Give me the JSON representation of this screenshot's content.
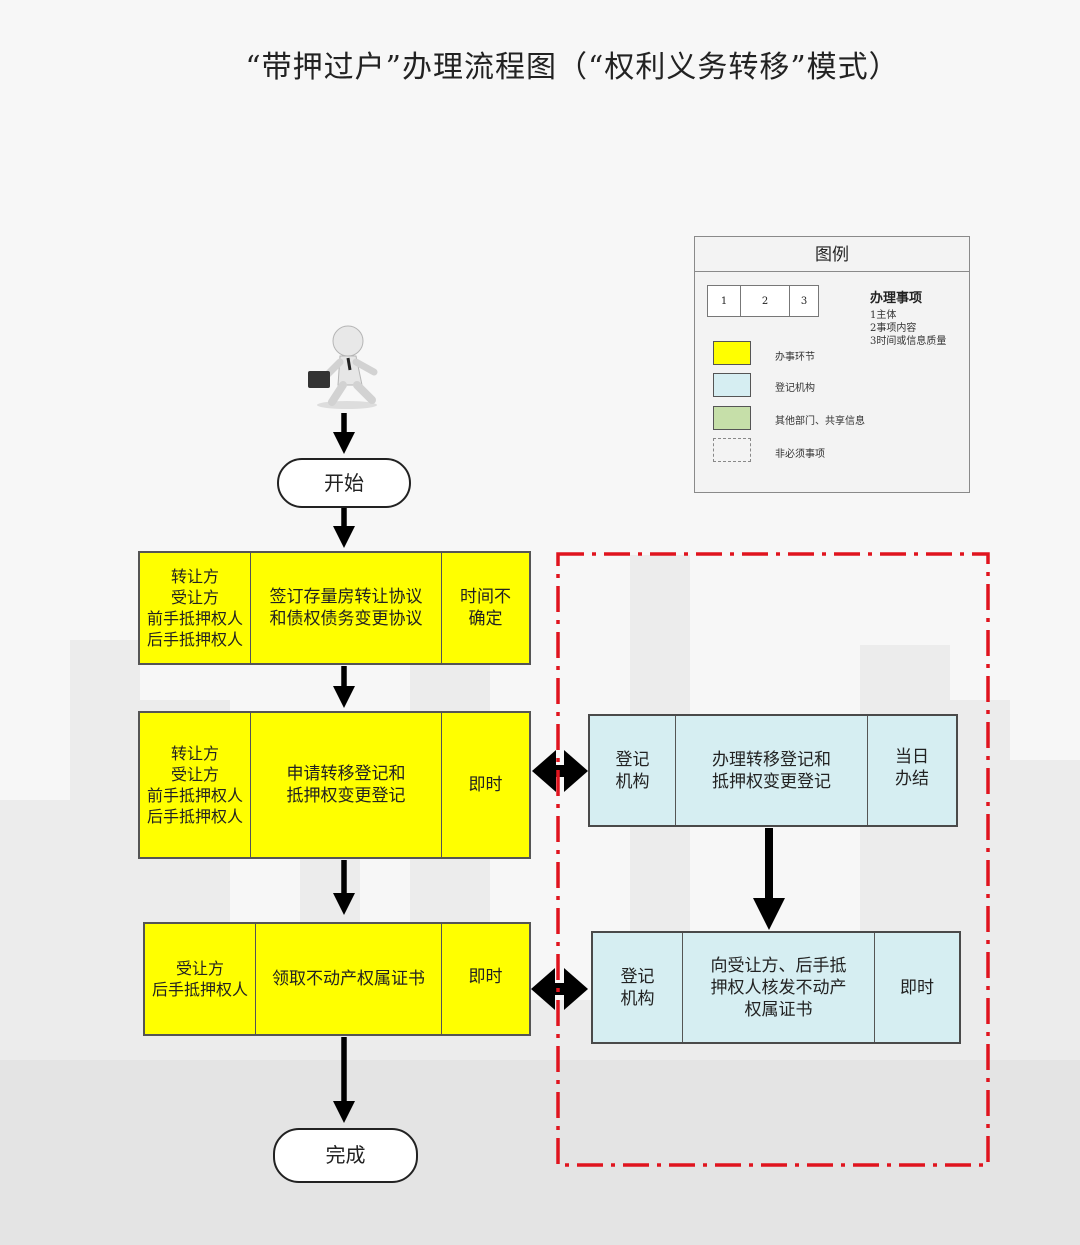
{
  "title": "“带押过户”办理流程图（“权利义务转移”模式）",
  "legend": {
    "title": "图例",
    "sample_cells": [
      "1",
      "2",
      "3"
    ],
    "heading": "办理事项",
    "sub_items": [
      "1主体",
      "2事项内容",
      "3时间或信息质量"
    ],
    "items": [
      {
        "label": "办事环节",
        "color": "#ffff00",
        "style": "solid"
      },
      {
        "label": "登记机构",
        "color": "#d6eef2",
        "style": "solid"
      },
      {
        "label": "其他部门、共享信息",
        "color": "#c6dfa9",
        "style": "solid"
      },
      {
        "label": "非必须事项",
        "color": "#ffffff",
        "style": "dashed"
      }
    ]
  },
  "start_label": "开始",
  "end_label": "完成",
  "steps": [
    {
      "subject": "转让方\n受让方\n前手抵押权人\n后手抵押权人",
      "content": "签订存量房转让协议\n和债权债务变更协议",
      "time": "时间不\n确定"
    },
    {
      "subject": "转让方\n受让方\n前手抵押权人\n后手抵押权人",
      "content": "申请转移登记和\n抵押权变更登记",
      "time": "即时"
    },
    {
      "subject": "受让方\n后手抵押权人",
      "content": "领取不动产权属证书",
      "time": "即时"
    }
  ],
  "registry_steps": [
    {
      "subject": "登记\n机构",
      "content": "办理转移登记和\n抵押权变更登记",
      "time": "当日\n办结"
    },
    {
      "subject": "登记\n机构",
      "content": "向受让方、后手抵\n押权人核发不动产\n权属证书",
      "time": "即时"
    }
  ],
  "colors": {
    "step": "#ffff00",
    "registry": "#d6eef2",
    "dashed_frame": "#e0141e",
    "arrow": "#000000"
  }
}
